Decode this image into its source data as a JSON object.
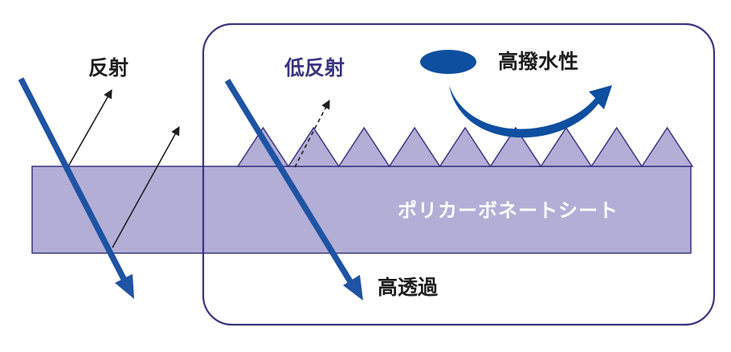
{
  "labels": {
    "reflection": "反射",
    "low_reflection": "低反射",
    "high_water_repellency": "高撥水性",
    "high_transmission": "高透過",
    "sheet": "ポリカーボネートシート"
  },
  "colors": {
    "sheet_fill": "#b3aed6",
    "sheet_stroke": "#3a3580",
    "frame_stroke": "#3a3580",
    "light_arrow": "#1f53a3",
    "water_drop": "#0e4fa0",
    "label_dark": "#1e1e1e",
    "label_navy": "#3a3580",
    "sheet_text": "#ffffff"
  },
  "microstructure": {
    "peak_count": 9
  }
}
